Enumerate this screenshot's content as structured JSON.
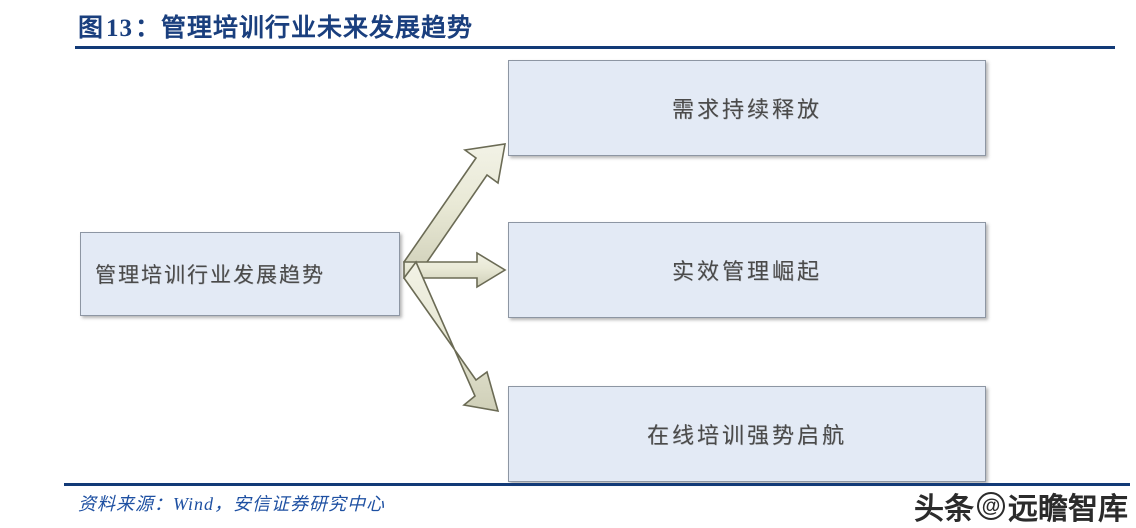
{
  "figure": {
    "label": "图",
    "number": "13",
    "separator": "：",
    "title": "管理培训行业未来发展趋势",
    "title_color": "#1a3f7e",
    "rule_color": "#123a77"
  },
  "diagram": {
    "type": "flow",
    "root": {
      "label": "管理培训行业发展趋势"
    },
    "branches": [
      {
        "label": "需求持续释放"
      },
      {
        "label": "实效管理崛起"
      },
      {
        "label": "在线培训强势启航"
      }
    ],
    "node_fill": "#e3eaf5",
    "node_border": "#8d96a3",
    "arrow_fill": "#e8e8d4",
    "arrow_stroke": "#6b6b55"
  },
  "source": {
    "text": "资料来源：Wind，安信证券研究中心",
    "color": "#1e50a2"
  },
  "watermark": {
    "prefix": "头条",
    "at": "@",
    "name": "远瞻智库"
  }
}
